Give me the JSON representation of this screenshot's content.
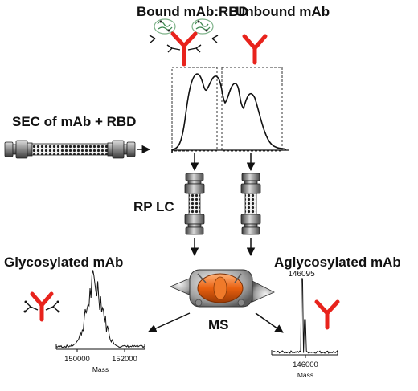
{
  "labels": {
    "bound": "Bound mAb:RBD",
    "unbound": "Unbound mAb",
    "sec": "SEC of mAb + RBD",
    "rplc": "RP LC",
    "glyco": "Glycosylated mAb",
    "aglyco": "Aglycosylated mAb",
    "ms": "MS"
  },
  "spectra": {
    "left": {
      "xlabel": "Mass",
      "ticks": [
        "150000",
        "152000"
      ]
    },
    "right": {
      "xlabel": "Mass",
      "ticks": [
        "146000"
      ],
      "peak_label": "146095"
    }
  },
  "colors": {
    "antibody": "#e8231c",
    "rbd": "#7fb38a",
    "ion_source": "#e06a1c",
    "line": "#111111"
  },
  "icons": [
    "antibody-icon",
    "rbd-protein-icon",
    "sec-column-icon",
    "lc-column-icon",
    "mass-spec-icon"
  ]
}
